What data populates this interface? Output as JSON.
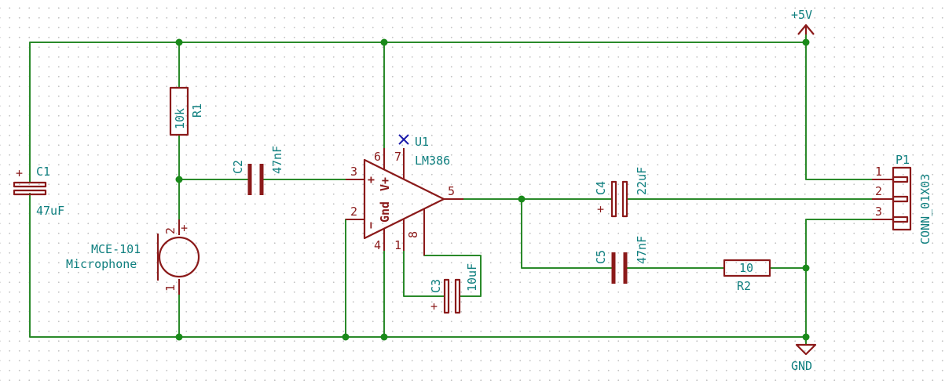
{
  "power": {
    "vcc": "+5V",
    "gnd": "GND"
  },
  "components": {
    "c1": {
      "ref": "C1",
      "value": "47uF",
      "polarity": "+"
    },
    "r1": {
      "ref": "R1",
      "value": "10k"
    },
    "c2": {
      "ref": "C2",
      "value": "47nF"
    },
    "mic": {
      "line1": "MCE-101",
      "line2": "Microphone",
      "pin1": "1",
      "pin2": "2",
      "polarity": "+"
    },
    "u1": {
      "ref": "U1",
      "value": "LM386",
      "pins": {
        "p1": "1",
        "p2": "2",
        "p3": "3",
        "p4": "4",
        "p5": "5",
        "p6": "6",
        "p7": "7",
        "p8": "8"
      },
      "labels": {
        "plus": "+",
        "minus": "−",
        "gnd": "Gnd",
        "vplus": "V+"
      }
    },
    "c3": {
      "ref": "C3",
      "value": "10uF",
      "polarity": "+"
    },
    "c4": {
      "ref": "C4",
      "value": "22uF",
      "polarity": "+"
    },
    "c5": {
      "ref": "C5",
      "value": "47nF"
    },
    "r2": {
      "ref": "R2",
      "value": "10"
    },
    "p1": {
      "ref": "P1",
      "value": "CONN_01X03",
      "pins": [
        "1",
        "2",
        "3"
      ]
    }
  }
}
